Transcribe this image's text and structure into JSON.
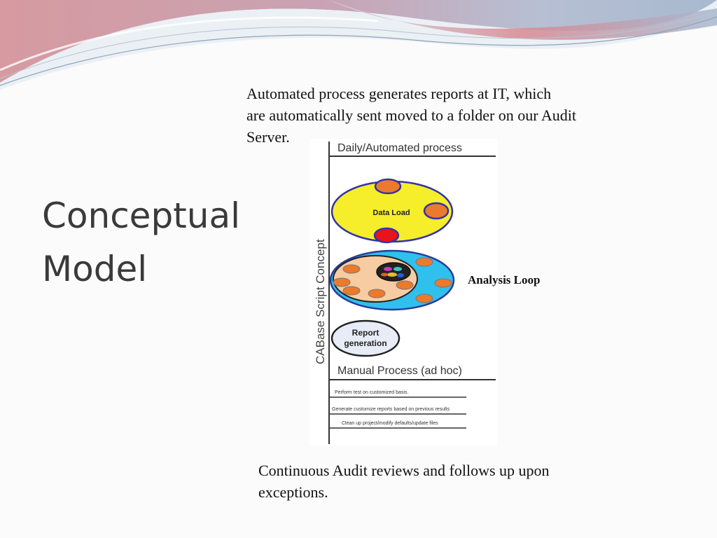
{
  "slide": {
    "title_lines": [
      "Conceptual",
      "Model"
    ],
    "top_text_lines": [
      "Automated process generates reports at IT, which",
      "are automatically sent moved to a folder on our Audit",
      "Server."
    ],
    "bottom_text_lines": [
      "Continuous Audit reviews and follows up upon",
      "exceptions."
    ],
    "analysis_loop_label": "Analysis Loop"
  },
  "diagram": {
    "vertical_label": "CABase Script Concept",
    "automated_header": "Daily/Automated process",
    "data_load_label": "Data Load",
    "report_generation_lines": [
      "Report",
      "generation"
    ],
    "manual_header": "Manual Process (ad hoc)",
    "manual_steps": [
      "Perform test on customized basis.",
      "Generate customize reports based on previous results",
      "Clean up project/modify defaults/update files"
    ]
  },
  "colors": {
    "title": "#3a3a3a",
    "banner_red": "#c98f96",
    "banner_blue": "#a9b8cf",
    "data_load_fill": "#f6ee2a",
    "data_load_stroke": "#3333aa",
    "dot_orange": "#ec7a2c",
    "dot_red": "#e8141c",
    "analysis_outer": "#2fc0ee",
    "analysis_inner": "#f8cca2",
    "report_fill": "#e7ecf7"
  }
}
